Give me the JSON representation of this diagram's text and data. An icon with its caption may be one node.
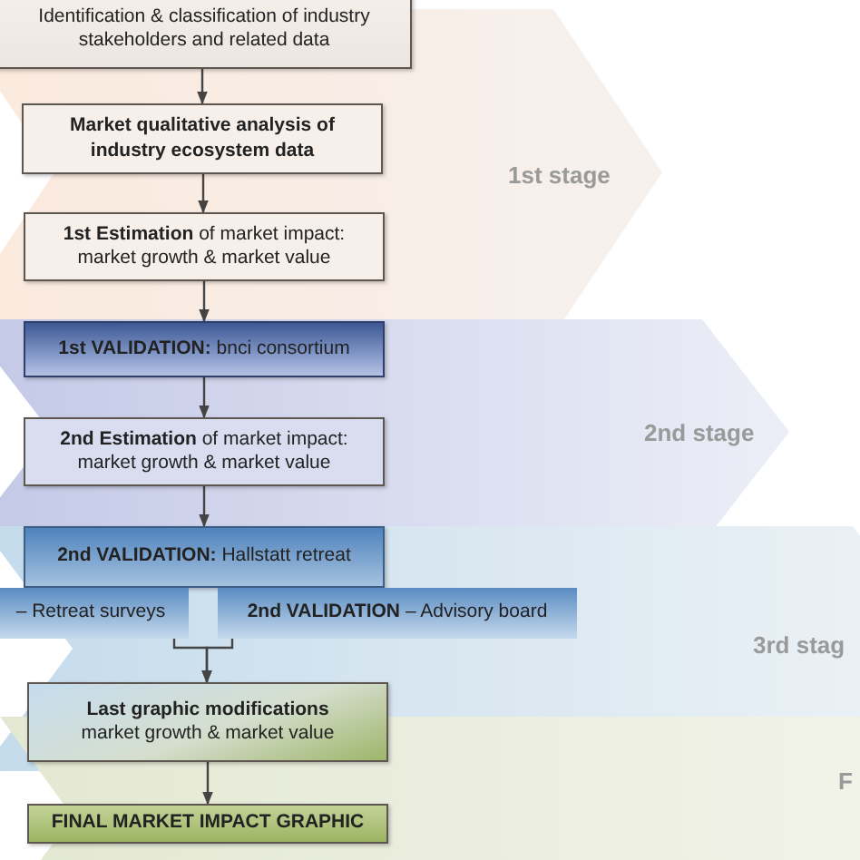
{
  "diagram": {
    "nodes": [
      {
        "text": [
          "Identification & classification of industry stakeholders and related data"
        ]
      },
      {
        "text": [
          "Market qualitative analysis of industry ecosystem data"
        ]
      },
      {
        "text": [
          "**1st Estimation** of market impact: market growth & market value"
        ]
      },
      {
        "text": [
          "**1st VALIDATION:** bnci consortium"
        ]
      },
      {
        "text": [
          "**2nd Estimation** of market impact: market growth & market value"
        ]
      },
      {
        "text": [
          "**2nd VALIDATION:** Hallstatt retreat"
        ]
      },
      {
        "text": [
          "– Retreat surveys"
        ]
      },
      {
        "text": [
          "**2nd VALIDATION** – Advisory board"
        ]
      },
      {
        "text": [
          "Last graphic modifications",
          "market growth & market value"
        ]
      },
      {
        "text": [
          "FINAL MARKET IMPACT GRAPHIC"
        ]
      }
    ],
    "edges": [
      {
        "from": 0,
        "to": 1,
        "arrow": "to"
      },
      {
        "from": 1,
        "to": 2,
        "arrow": "to"
      },
      {
        "from": 2,
        "to": 3,
        "arrow": "to"
      },
      {
        "from": 3,
        "to": 4,
        "arrow": "to"
      },
      {
        "from": 4,
        "to": 5,
        "arrow": "to"
      },
      {
        "from": 6,
        "to": 8,
        "arrow": "to"
      },
      {
        "from": 7,
        "to": 8,
        "arrow": "to"
      },
      {
        "from": 8,
        "to": 9,
        "arrow": "to"
      }
    ],
    "labels": [
      "1st stage",
      "2nd stage",
      "3rd stag",
      "F"
    ]
  }
}
